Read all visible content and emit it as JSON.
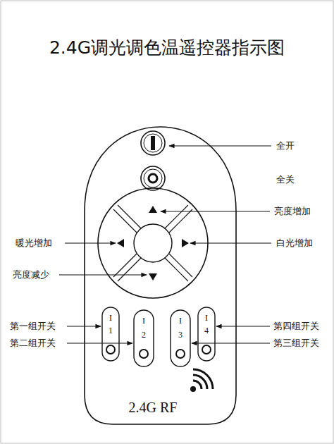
{
  "diagram": {
    "title": "2.4G调光调色温遥控器指示图",
    "labels": [
      "全开",
      "全关",
      "亮度增加",
      "暖光增加",
      "白光增加",
      "亮度减少",
      "第一组开关",
      "第二组开关",
      "第四组开关",
      "第三组开关",
      "I",
      "1",
      "I",
      "2",
      "I",
      "3",
      "I",
      "4",
      "2.4G RF"
    ]
  }
}
